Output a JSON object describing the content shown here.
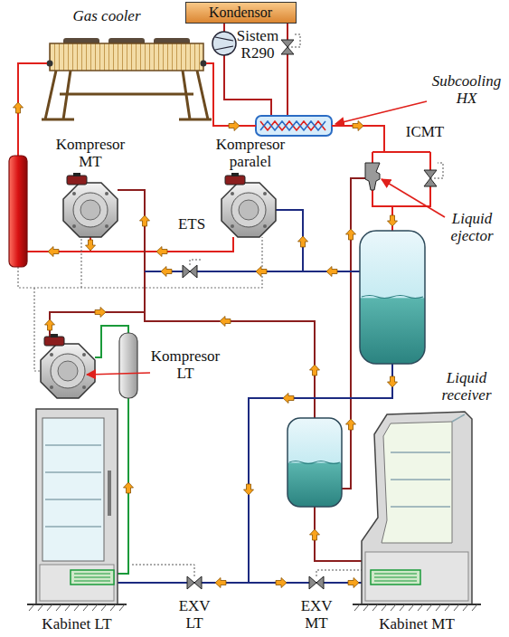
{
  "diagram": {
    "nodes": [
      {
        "text": [
          "Kondensor"
        ]
      }
    ],
    "labels": [
      "Gas cooler",
      "Sistem R290",
      "Subcooling HX",
      "ICMT",
      "Kompresor MT",
      "Kompresor paralel",
      "ETS",
      "Liquid ejector",
      "Liquid receiver",
      "Kompresor LT",
      "Kabinet LT",
      "EXV LT",
      "EXV MT",
      "Kabinet MT"
    ]
  }
}
